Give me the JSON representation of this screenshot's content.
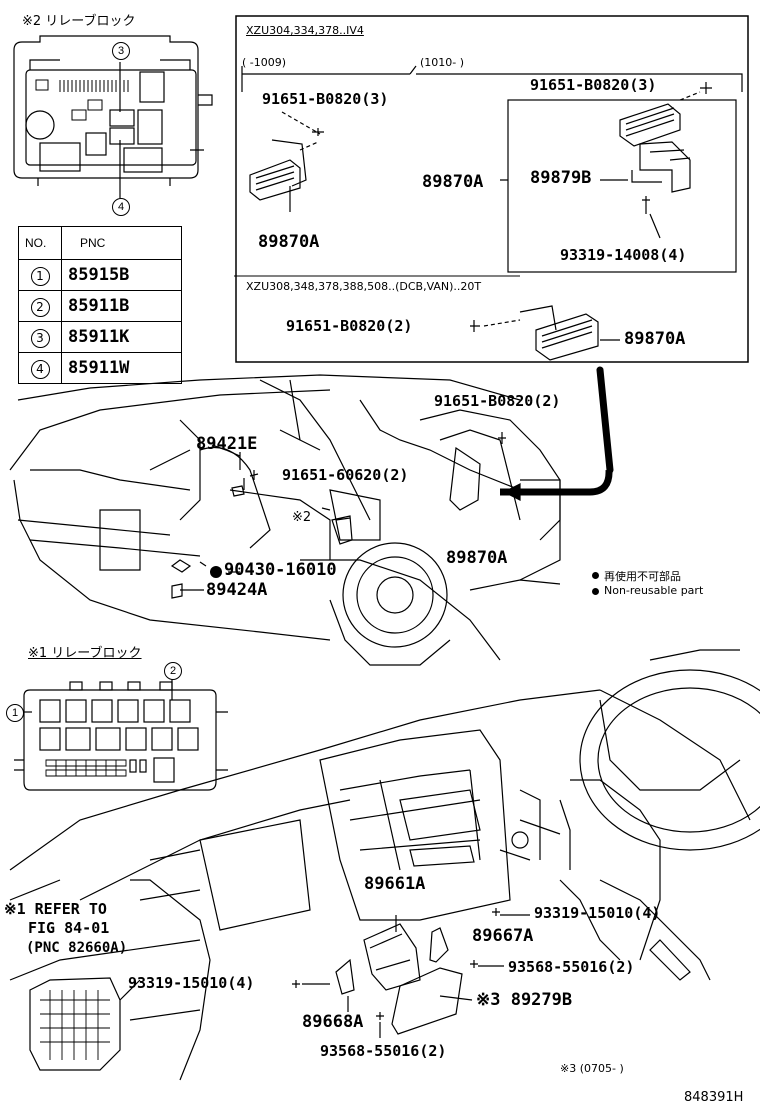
{
  "relay_block_2": {
    "title": "※2 リレーブロック",
    "callout_3": "3",
    "callout_4": "4"
  },
  "pnc_table": {
    "header_no": "NO.",
    "header_pnc": "PNC",
    "rows": [
      {
        "no": "1",
        "pnc": "85915B"
      },
      {
        "no": "2",
        "pnc": "85911B"
      },
      {
        "no": "3",
        "pnc": "85911K"
      },
      {
        "no": "4",
        "pnc": "85911W"
      }
    ]
  },
  "variant_box": {
    "model_top": "XZU304,334,378..IV4",
    "range_left": "(     -1009)",
    "range_right": "(1010-     )",
    "left_bolt": "91651-B0820(3)",
    "left_part": "89870A",
    "right_bolt": "91651-B0820(3)",
    "right_bracket": "89879B",
    "right_part": "89870A",
    "right_screw": "93319-14008(4)",
    "model_bottom": "XZU308,348,378,388,508..(DCB,VAN)..20T",
    "bottom_bolt": "91651-B0820(2)",
    "bottom_part": "89870A"
  },
  "engine": {
    "p_89421e": "89421E",
    "p_91651_60620": "91651-60620(2)",
    "p_90430": "90430-16010",
    "p_89424a": "89424A",
    "p_91651_b0820": "91651-B0820(2)",
    "p_89870a": "89870A",
    "note2": "※2"
  },
  "legend": {
    "line1": "再使用不可部品",
    "line2": "Non-reusable part"
  },
  "relay_block_1": {
    "title": "※1 リレーブロック",
    "callout_1": "1",
    "callout_2": "2"
  },
  "dash": {
    "refer1": "※1 REFER TO",
    "refer2": "FIG 84-01",
    "refer3": "(PNC 82660A)",
    "p_89661a": "89661A",
    "p_93319_a": "93319-15010(4)",
    "p_89667a": "89667A",
    "p_93568_a": "93568-55016(2)",
    "p_89279b": "※3 89279B",
    "p_93319_b": "93319-15010(4)",
    "p_89668a": "89668A",
    "p_93568_b": "93568-55016(2)",
    "note3": "※3 (0705-     )",
    "code": "848391H"
  }
}
